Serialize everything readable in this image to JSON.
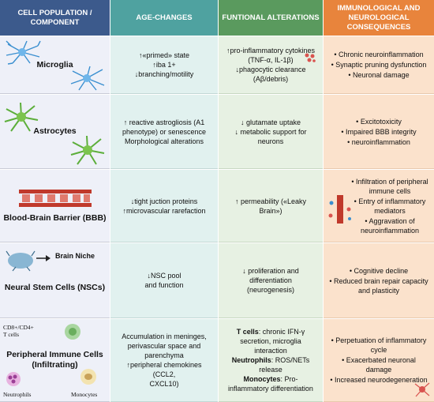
{
  "headers": {
    "population": "CELL POPULATION / COMPONENT",
    "age_changes": "AGE-CHANGES",
    "functional": "FUNTIONAL ALTERATIONS",
    "consequences": "IMMUNOLOGICAL AND NEUROLOGICAL CONSEQUENCES"
  },
  "rows": [
    {
      "name": "Microglia",
      "age": [
        "↑«primed» state",
        "↑iba 1+",
        "↓branching/motility"
      ],
      "func": [
        "↑pro-inflammatory cytokines",
        "(TNF-α, IL-1β)",
        "↓phagocytic clearance",
        "(Aβ/debris)"
      ],
      "cons": [
        "Chronic neuroinflammation",
        "Synaptic pruning dysfunction",
        "Neuronal damage"
      ]
    },
    {
      "name": "Astrocytes",
      "age": [
        "↑ reactive astrogliosis (A1",
        "phenotype) or senescence",
        "Morphological alterations"
      ],
      "func": [
        "↓ glutamate uptake",
        "↓ metabolic support for neurons"
      ],
      "cons": [
        "Excitotoxicity",
        "Impaired BBB integrity",
        "neuroinflammation"
      ]
    },
    {
      "name": "Blood-Brain Barrier (BBB)",
      "age": [
        "↓tight juction proteins",
        "↑microvascular rarefaction"
      ],
      "func": [
        "↑ permeability («Leaky Brain»)"
      ],
      "cons": [
        "Infiltration of peripheral immune cells",
        "Entry of inflammatory mediators",
        "Aggravation of neuroinflammation"
      ]
    },
    {
      "name": "Neural Stem Cells (NSCs)",
      "niche_label": "Brain Niche",
      "age": [
        "↓NSC pool",
        "and function"
      ],
      "func": [
        "↓ proliferation and differentiation",
        "(neurogenesis)"
      ],
      "cons": [
        "Cognitive decline",
        "Reduced brain repair capacity and plasticity"
      ]
    },
    {
      "name": "Peripheral Immune Cells (Infiltrating)",
      "labels": {
        "tcells": "CD8+/CD4+ T cells",
        "neutrophils": "Neutrophils",
        "monocytes": "Monocytes"
      },
      "age": [
        "Accumulation in meninges,",
        "perivascular space  and",
        "parenchyma",
        "↑peripheral chemokines (CCL2,",
        "CXCL10)"
      ],
      "func": {
        "t_bold": "T cells",
        "t_text": ": chronic IFN-γ secretion, microglia interaction",
        "n_bold": "Neutrophils",
        "n_text": ": ROS/NETs release",
        "m_bold": "Monocytes",
        "m_text": ": Pro-inflammatory differentiation"
      },
      "cons": [
        "Perpetuation of inflammatory cycle",
        "Exacerbated neuronal damage",
        "Increased neurodegeneration"
      ]
    }
  ],
  "colors": {
    "header_population": "#3c5a8c",
    "header_age": "#4fa2a0",
    "header_functional": "#5a9a5e",
    "header_consequences": "#e8843c"
  }
}
